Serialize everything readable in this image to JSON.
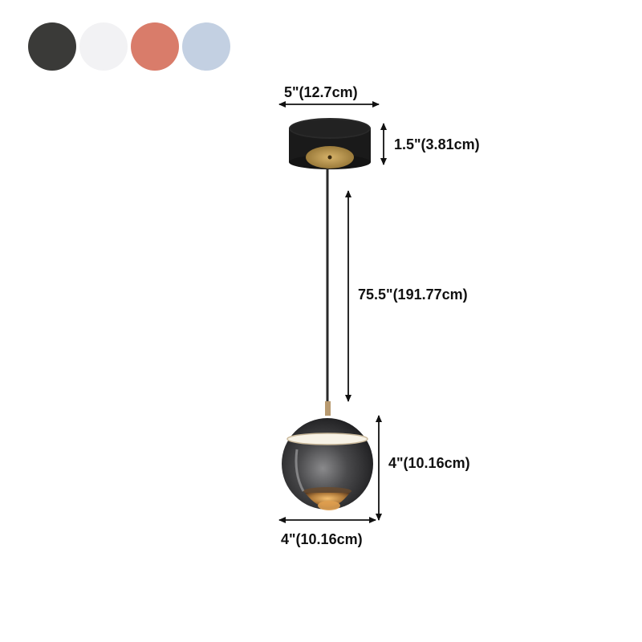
{
  "swatches": [
    {
      "name": "black",
      "color": "#3a3a38"
    },
    {
      "name": "white",
      "color": "#f2f2f4"
    },
    {
      "name": "rose",
      "color": "#d97c6a"
    },
    {
      "name": "blue",
      "color": "#c3d0e2"
    }
  ],
  "dimensions": {
    "canopy_width": "5\"(12.7cm)",
    "canopy_height": "1.5\"(3.81cm)",
    "cord_length": "75.5\"(191.77cm)",
    "shade_height": "4\"(10.16cm)",
    "shade_width": "4\"(10.16cm)"
  }
}
